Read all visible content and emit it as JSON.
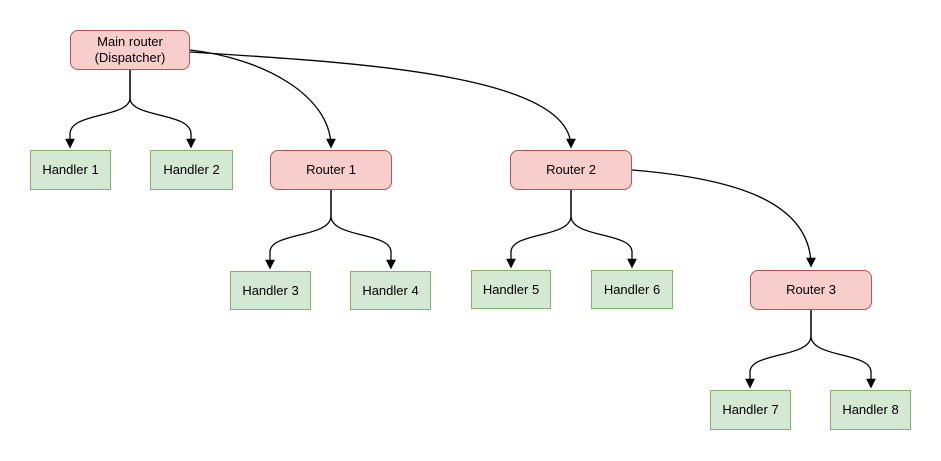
{
  "diagram_type": "routing-tree",
  "nodes": {
    "main_router": {
      "label": "Main router\n(Dispatcher)",
      "kind": "router"
    },
    "router1": {
      "label": "Router 1",
      "kind": "router"
    },
    "router2": {
      "label": "Router 2",
      "kind": "router"
    },
    "router3": {
      "label": "Router 3",
      "kind": "router"
    },
    "handler1": {
      "label": "Handler 1",
      "kind": "handler"
    },
    "handler2": {
      "label": "Handler 2",
      "kind": "handler"
    },
    "handler3": {
      "label": "Handler 3",
      "kind": "handler"
    },
    "handler4": {
      "label": "Handler 4",
      "kind": "handler"
    },
    "handler5": {
      "label": "Handler 5",
      "kind": "handler"
    },
    "handler6": {
      "label": "Handler 6",
      "kind": "handler"
    },
    "handler7": {
      "label": "Handler 7",
      "kind": "handler"
    },
    "handler8": {
      "label": "Handler 8",
      "kind": "handler"
    }
  },
  "edges": [
    {
      "from": "main_router",
      "to": "handler1"
    },
    {
      "from": "main_router",
      "to": "handler2"
    },
    {
      "from": "main_router",
      "to": "router1"
    },
    {
      "from": "main_router",
      "to": "router2"
    },
    {
      "from": "router1",
      "to": "handler3"
    },
    {
      "from": "router1",
      "to": "handler4"
    },
    {
      "from": "router2",
      "to": "handler5"
    },
    {
      "from": "router2",
      "to": "handler6"
    },
    {
      "from": "router2",
      "to": "router3"
    },
    {
      "from": "router3",
      "to": "handler7"
    },
    {
      "from": "router3",
      "to": "handler8"
    }
  ],
  "colors": {
    "router_fill": "#f8cecc",
    "router_border": "#b85450",
    "handler_fill": "#d5e8d4",
    "handler_border": "#82b366",
    "edge": "#000000",
    "background": "#ffffff"
  }
}
